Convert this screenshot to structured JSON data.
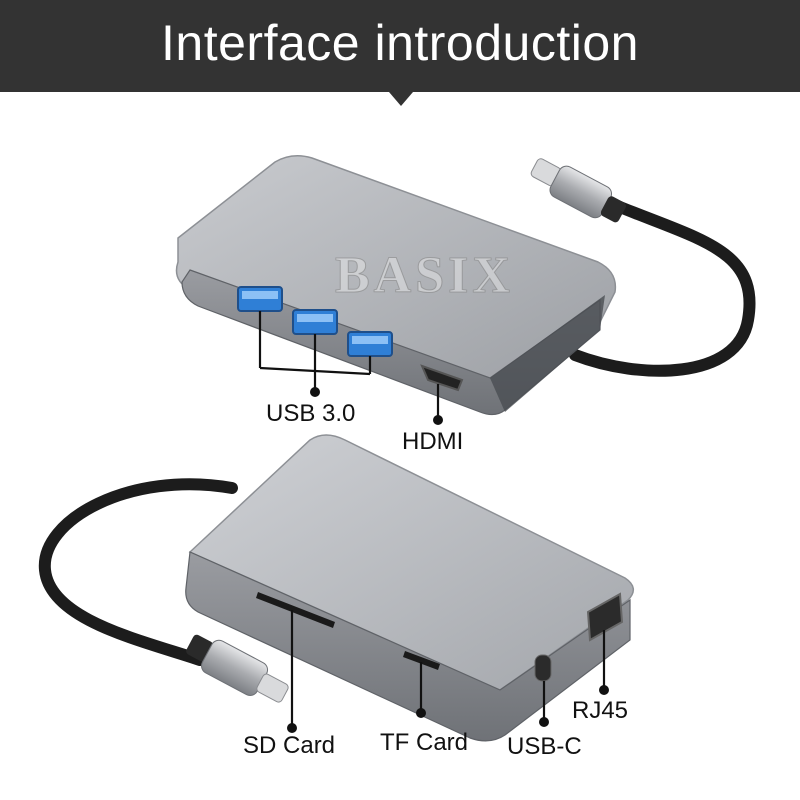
{
  "banner": {
    "title": "Interface introduction"
  },
  "watermark": "BASIX",
  "labels": {
    "usb3": "USB 3.0",
    "hdmi": "HDMI",
    "sd_card": "SD Card",
    "tf_card": "TF Card",
    "usb_c": "USB-C",
    "rj45": "RJ45"
  },
  "colors": {
    "banner_bg": "#333333",
    "banner_text": "#ffffff",
    "hub_body": "#a7a9ae",
    "usb_port_blue": "#2f7fd6",
    "cable": "#1c1c1c"
  }
}
